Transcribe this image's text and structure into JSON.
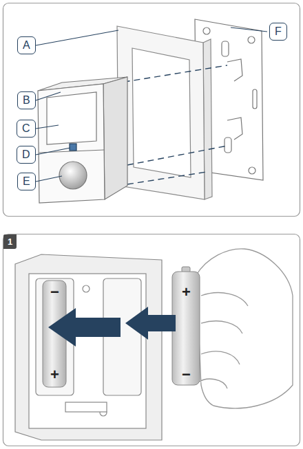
{
  "diagram": {
    "labels": [
      "A",
      "B",
      "C",
      "D",
      "E",
      "F",
      "1",
      "−",
      "+",
      "+",
      "−"
    ]
  }
}
